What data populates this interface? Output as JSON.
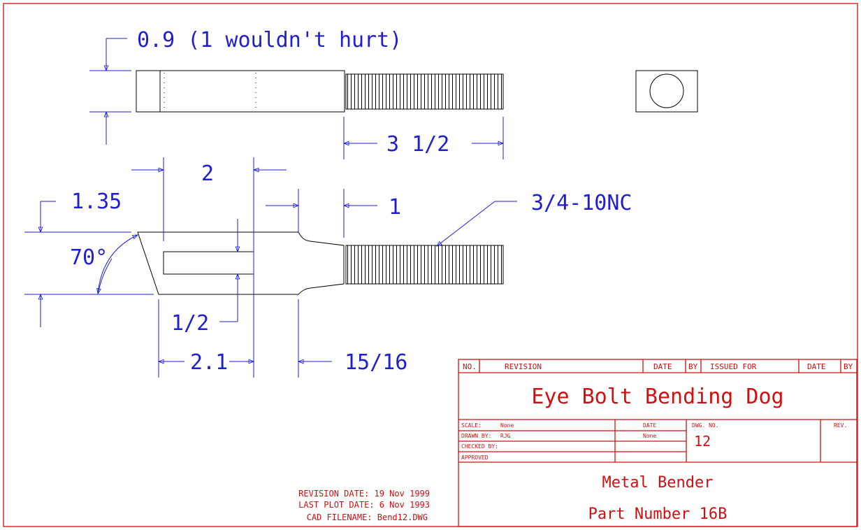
{
  "dimensions": {
    "top_thickness": "0.9 (1 wouldn't hurt)",
    "thread_length": "3 1/2",
    "slot_length": "2",
    "edge_height": "1.35",
    "stub_length": "1",
    "thread_spec": "3/4-10NC",
    "bevel_angle": "70°",
    "slot_width": "1/2",
    "left_offset": "2.1",
    "right_offset": "15/16"
  },
  "info": {
    "revision_date": "REVISION DATE: 19 Nov 1999",
    "last_plot_date": "LAST PLOT DATE: 6 Nov 1993",
    "cad_filename": "CAD FILENAME: Bend12.DWG"
  },
  "title_block": {
    "headers": {
      "no": "NO.",
      "revision": "REVISION",
      "date": "DATE",
      "by": "BY",
      "issued_for": "ISSUED FOR",
      "date2": "DATE",
      "by2": "BY"
    },
    "title": "Eye Bolt Bending Dog",
    "scale_label": "SCALE:",
    "scale_value": "None",
    "date_label": "DATE",
    "date_value": "None",
    "drawn_by_label": "DRAWN BY:",
    "drawn_by_value": "RJG",
    "checked_by_label": "CHECKED BY:",
    "approved_label": "APPROVED",
    "dwg_no_label": "DWG. NO.",
    "dwg_no_value": "12",
    "rev_label": "REV.",
    "project": "Metal Bender",
    "part_number": "Part Number 16B"
  }
}
